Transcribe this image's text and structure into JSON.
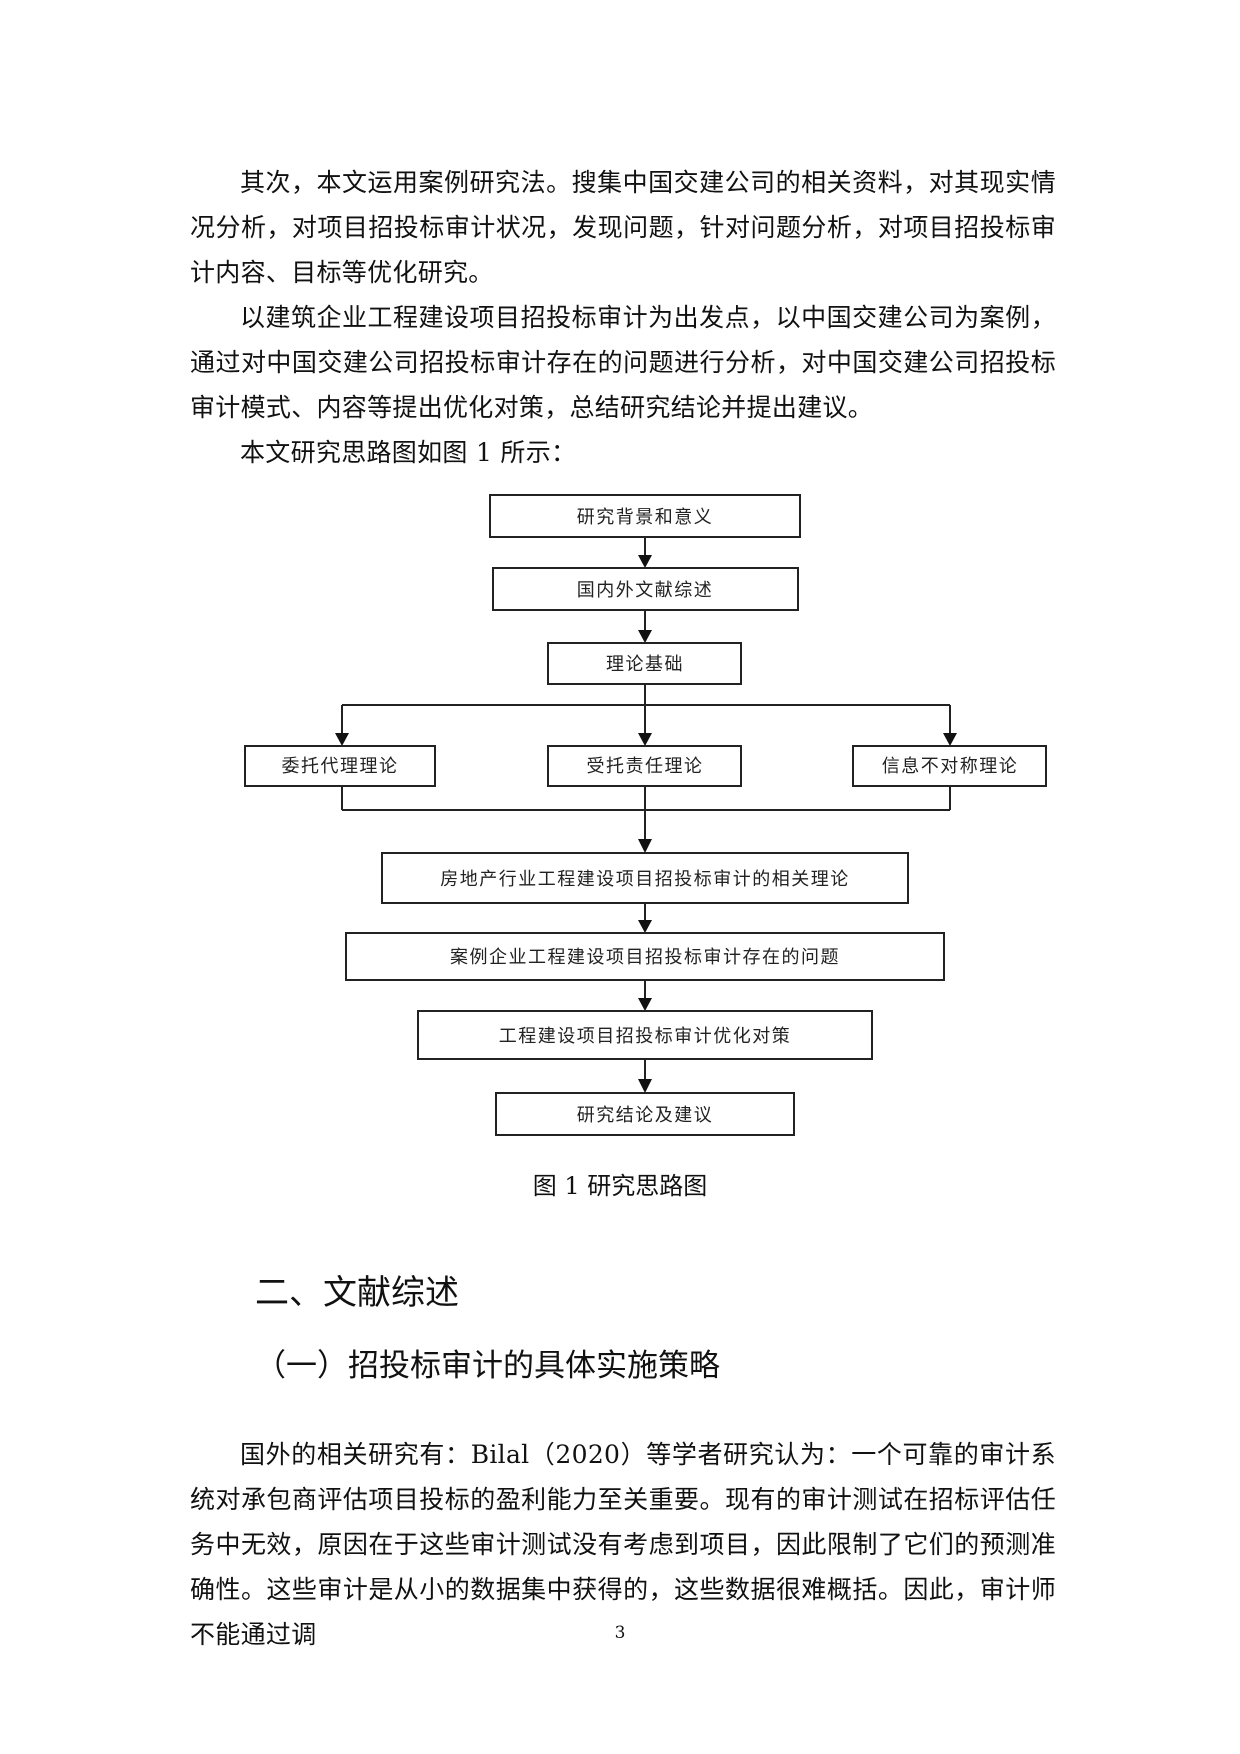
{
  "paragraphs": {
    "p1": "其次，本文运用案例研究法。搜集中国交建公司的相关资料，对其现实情况分析，对项目招投标审计状况，发现问题，针对问题分析，对项目招投标审计内容、目标等优化研究。",
    "p2": "以建筑企业工程建设项目招投标审计为出发点，以中国交建公司为案例，通过对中国交建公司招投标审计存在的问题进行分析，对中国交建公司招投标审计模式、内容等提出优化对策，总结研究结论并提出建议。",
    "p3": "本文研究思路图如图 1 所示："
  },
  "flowchart": {
    "background": "研究背景和意义",
    "literature": "国内外文献综述",
    "theory_basis": "理论基础",
    "principal_agent": "委托代理理论",
    "fiduciary_responsibility": "受托责任理论",
    "information_asymmetry": "信息不对称理论",
    "related_theory": "房地产行业工程建设项目招投标审计的相关理论",
    "case_problems": "案例企业工程建设项目招投标审计存在的问题",
    "optimization": "工程建设项目招投标审计优化对策",
    "conclusion": "研究结论及建议"
  },
  "figure_caption": "图 1  研究思路图",
  "section_heading": "二、文献综述",
  "subsection_heading": "（一）招投标审计的具体实施策略",
  "body_paragraph": "国外的相关研究有：Bilal（2020）等学者研究认为：一个可靠的审计系统对承包商评估项目投标的盈利能力至关重要。现有的审计测试在招标评估任务中无效，原因在于这些审计测试没有考虑到项目，因此限制了它们的预测准确性。这些审计是从小的数据集中获得的，这些数据很难概括。因此，审计师不能通过调",
  "page_number": "3"
}
